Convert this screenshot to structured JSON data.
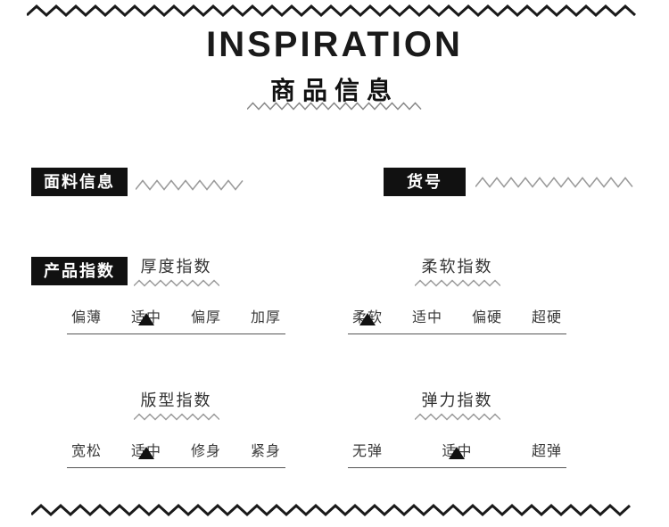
{
  "header": {
    "title": "INSPIRATION",
    "subtitle": "商品信息"
  },
  "labels": {
    "fabric": "面料信息",
    "item_number": "货号",
    "product_index": "产品指数"
  },
  "indices": [
    {
      "name": "厚度指数",
      "options": [
        "偏薄",
        "适中",
        "偏厚",
        "加厚"
      ],
      "selected": 1
    },
    {
      "name": "柔软指数",
      "options": [
        "柔软",
        "适中",
        "偏硬",
        "超硬"
      ],
      "selected": 0
    },
    {
      "name": "版型指数",
      "options": [
        "宽松",
        "适中",
        "修身",
        "紧身"
      ],
      "selected": 1
    },
    {
      "name": "弹力指数",
      "options": [
        "无弹",
        "适中",
        "超弹"
      ],
      "selected": 1
    }
  ],
  "colors": {
    "label_background": "#111111",
    "label_text": "#ffffff",
    "zigzag_black": "#1a1a1a",
    "zigzag_gray": "#999999",
    "text": "#333333"
  }
}
